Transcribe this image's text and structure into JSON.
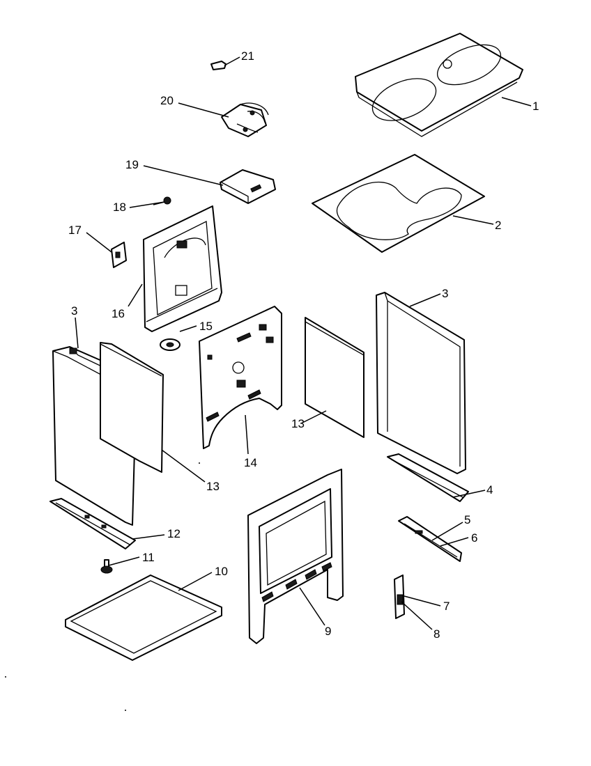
{
  "labels": {
    "p1": "1",
    "p2": "2",
    "p3a": "3",
    "p3b": "3",
    "p4": "4",
    "p5": "5",
    "p6": "6",
    "p7": "7",
    "p8": "8",
    "p9": "9",
    "p10": "10",
    "p11": "11",
    "p12": "12",
    "p13a": "13",
    "p13b": "13",
    "p14": "14",
    "p15": "15",
    "p16": "16",
    "p17": "17",
    "p18": "18",
    "p19": "19",
    "p20": "20",
    "p21": "21"
  }
}
